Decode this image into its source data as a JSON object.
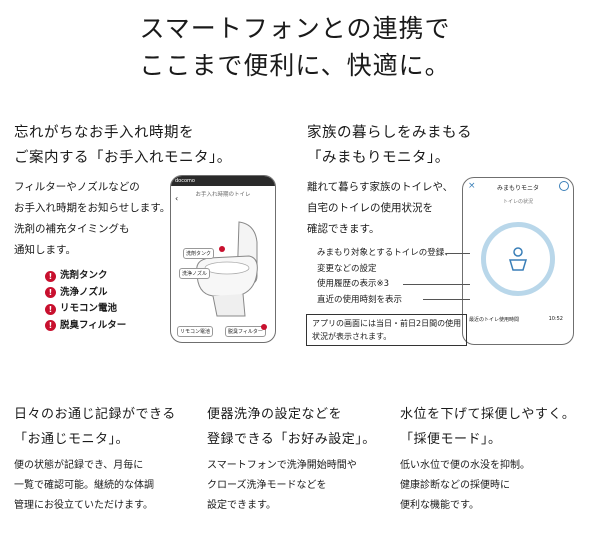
{
  "hero": {
    "line1": "スマートフォンとの連携で",
    "line2": "ここまで便利に、快適に。"
  },
  "care_monitor": {
    "heading_line1": "忘れがちなお手入れ時期を",
    "heading_line2": "ご案内する「お手入れモニタ」。",
    "body": [
      "フィルターやノズルなどの",
      "お手入れ時期をお知らせします。",
      "洗剤の補充タイミングも",
      "通知します。"
    ],
    "alerts": [
      "洗剤タンク",
      "洗浄ノズル",
      "リモコン電池",
      "脱臭フィルター"
    ],
    "phone": {
      "status": "docomo",
      "screen_title": "お手入れ時期のトイレ",
      "tags": [
        "洗剤タンク",
        "洗浄ノズル",
        "リモコン電池",
        "脱臭フィルター"
      ]
    }
  },
  "watch_monitor": {
    "heading_line1": "家族の暮らしをみまもる",
    "heading_line2": "「みまもりモニタ」。",
    "body": [
      "離れて暮らす家族のトイレや、",
      "自宅のトイレの使用状況を",
      "確認できます。"
    ],
    "callouts": [
      "みまもり対象とするトイレの登録、",
      "変更などの設定",
      "使用履歴の表示※3",
      "直近の使用時刻を表示"
    ],
    "note": [
      "アプリの画面には当日・前日2日間の使用",
      "状況が表示されます。"
    ],
    "phone": {
      "screen_title": "みまもりモニタ",
      "sub_title": "トイレの状況",
      "last_use_label": "最近のトイレ使用時間",
      "last_use_time": "10:52"
    }
  },
  "record_monitor": {
    "heading_line1": "日々のお通じ記録ができる",
    "heading_line2": "「お通じモニタ」。",
    "body": [
      "便の状態が記録でき、月毎に",
      "一覧で確認可能。継続的な体調",
      "管理にお役立ていただけます。"
    ]
  },
  "preference": {
    "heading_line1": "便器洗浄の設定などを",
    "heading_line2": "登録できる「お好み設定」。",
    "body": [
      "スマートフォンで洗浄開始時間や",
      "クローズ洗浄モードなどを",
      "設定できます。"
    ]
  },
  "sampling_mode": {
    "heading_line1": "水位を下げて採便しやすく。",
    "heading_line2": "「採便モード」。",
    "body": [
      "低い水位で便の水没を抑制。",
      "健康診断などの採便時に",
      "便利な機能です。"
    ]
  },
  "colors": {
    "alert_red": "#c8102e",
    "ring_blue": "#b9d7ea",
    "gauge_blue": "#3a7fb8"
  }
}
